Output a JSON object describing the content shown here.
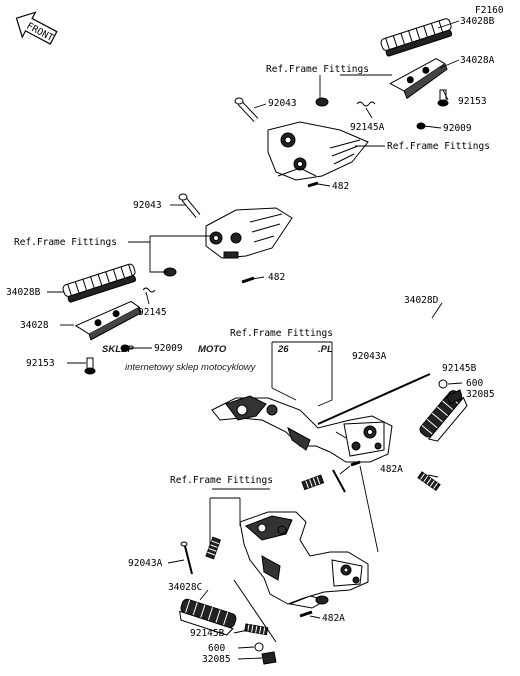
{
  "figure_id": "F2160",
  "front_label": "FRONT",
  "watermark": {
    "brand_left": "SKLEP",
    "brand_mid": "MOTO",
    "brand_highlight": "26",
    "brand_tld": ".PL",
    "tagline": "internetowy sklep motocyklowy",
    "color_gray": "#c9c9c9",
    "color_red": "#e8a0a0"
  },
  "labels": {
    "l01": "34028B",
    "l02": "34028A",
    "l03": "Ref.Frame Fittings",
    "l04": "92043",
    "l05": "92153",
    "l06": "92145A",
    "l07": "92009",
    "l08": "Ref.Frame Fittings",
    "l09": "482",
    "l10": "92043",
    "l11": "Ref.Frame Fittings",
    "l12": "482",
    "l13": "34028B",
    "l14": "92145",
    "l15": "34028",
    "l16": "92009",
    "l17": "92153",
    "l18": "34028D",
    "l19": "Ref.Frame Fittings",
    "l20": "92043A",
    "l21": "92145B",
    "l22": "600",
    "l23": "32085",
    "l24": "482A",
    "l25": "Ref.Frame Fittings",
    "l26": "92043A",
    "l27": "34028C",
    "l28": "482A",
    "l29": "92145B",
    "l30": "600",
    "l31": "32085"
  }
}
